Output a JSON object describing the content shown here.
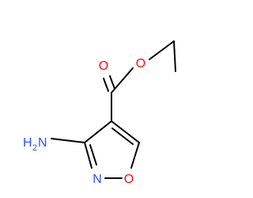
{
  "molecule": {
    "atoms": {
      "ester_o_single": {
        "symbol": "O",
        "color": "#ff0d0d"
      },
      "carbonyl_o": {
        "symbol": "O",
        "color": "#ff0d0d"
      },
      "amine": {
        "symbol": "H",
        "subscript": "2",
        "tail": "N",
        "color": "#3050f8"
      },
      "ring_n": {
        "symbol": "N",
        "color": "#3050f8"
      },
      "ring_o": {
        "symbol": "O",
        "color": "#ff0d0d"
      }
    },
    "bond_color": "#000000"
  }
}
